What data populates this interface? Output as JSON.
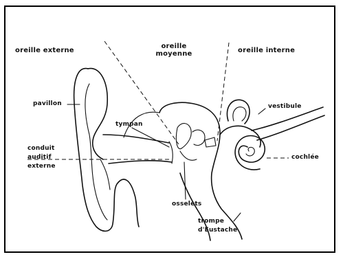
{
  "regions": {
    "external": "oreille externe",
    "middle_line1": "oreille",
    "middle_line2": "moyenne",
    "inner": "oreille interne"
  },
  "labels": {
    "pavillon": "pavillon",
    "tympan": "tympan",
    "conduit_line1": "conduit",
    "conduit_line2": "auditif",
    "conduit_line3": "externe",
    "osselets": "osselets",
    "trompe_line1": "trompe",
    "trompe_line2": "d'Eustache",
    "vestibule": "vestibule",
    "cochlee": "cochlée"
  }
}
